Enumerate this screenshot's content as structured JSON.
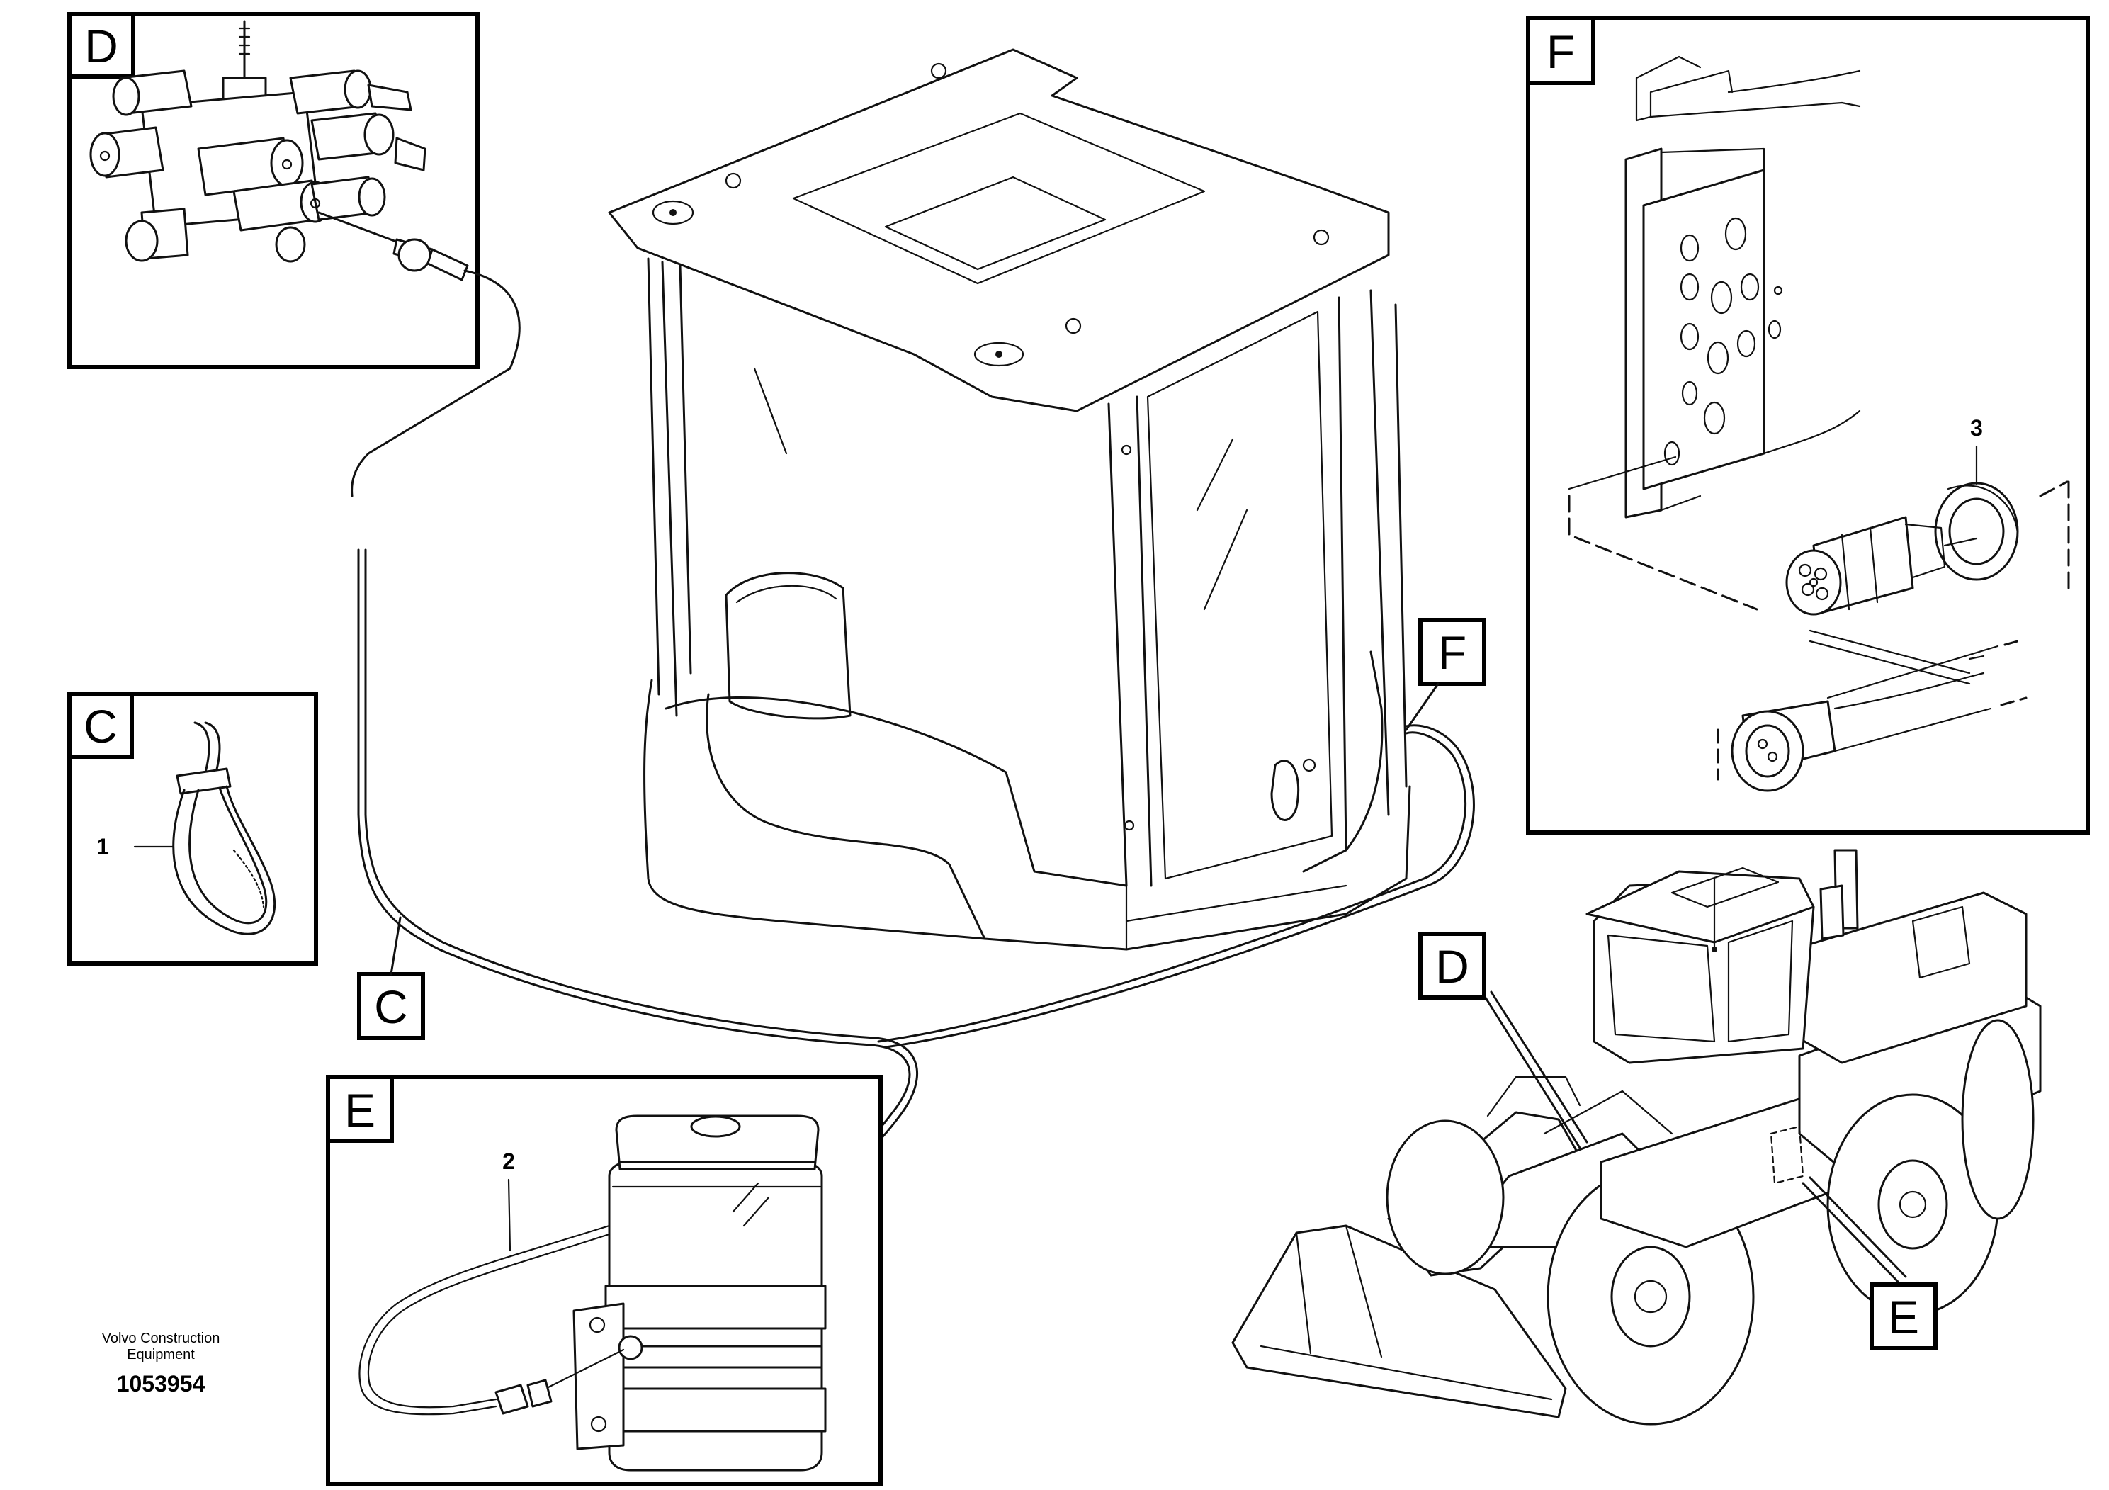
{
  "detail_tags": {
    "d_panel": "D",
    "c_panel": "C",
    "e_panel": "E",
    "f_panel": "F",
    "c_callout": "C",
    "f_callout": "F",
    "d_callout": "D",
    "e_callout": "E"
  },
  "part_numbers": {
    "cable_tie": "1",
    "reservoir_line": "2",
    "connector_ring": "3"
  },
  "caption": {
    "line1": "Volvo Construction",
    "line2": "Equipment",
    "drawing_number": "1053954"
  }
}
